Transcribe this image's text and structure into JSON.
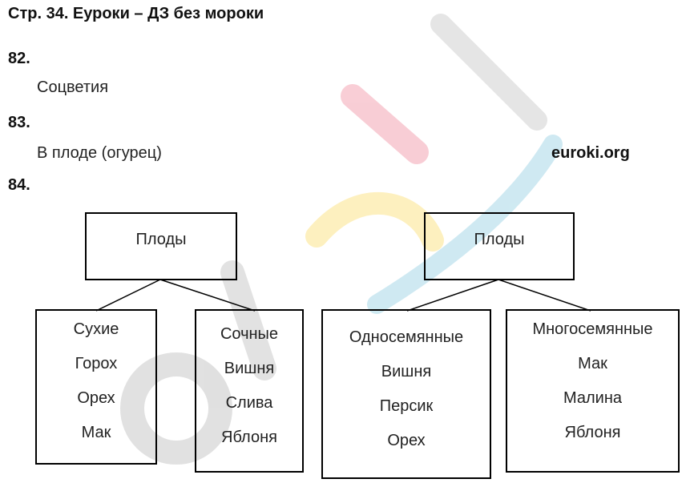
{
  "header": {
    "title": "Стр. 34. Еуроки – ДЗ без мороки"
  },
  "watermark": {
    "text": "euroki",
    "colors": [
      "#f4a6b4",
      "#fde58c",
      "#a8d8e8",
      "#cccccc",
      "#d9d9d9"
    ]
  },
  "site": {
    "label": "euroki.org"
  },
  "questions": [
    {
      "number": "82.",
      "answer": "Соцветия"
    },
    {
      "number": "83.",
      "answer": "В плоде (огурец)"
    },
    {
      "number": "84.",
      "answer": ""
    }
  ],
  "diagram": {
    "left": {
      "root": "Плоды",
      "children": [
        {
          "title": "Сухие",
          "items": [
            "Горох",
            "Орех",
            "Мак"
          ]
        },
        {
          "title": "Сочные",
          "items": [
            "Вишня",
            "Слива",
            "Яблоня"
          ]
        }
      ]
    },
    "right": {
      "root": "Плоды",
      "children": [
        {
          "title": "Односемянные",
          "items": [
            "Вишня",
            "Персик",
            "Орех"
          ]
        },
        {
          "title": "Многосемянные",
          "items": [
            "Мак",
            "Малина",
            "Яблоня"
          ]
        }
      ]
    }
  }
}
